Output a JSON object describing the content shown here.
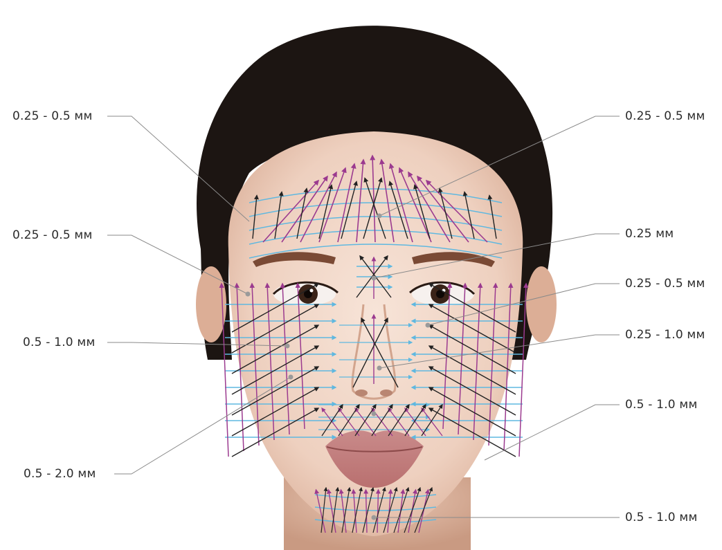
{
  "labels": {
    "left": [
      {
        "text": "0.25 - 0.5 мм"
      },
      {
        "text": "0.25 - 0.5 мм"
      },
      {
        "text": "0.5 - 1.0 мм"
      },
      {
        "text": "0.5 - 2.0 мм"
      }
    ],
    "right": [
      {
        "text": "0.25 - 0.5 мм"
      },
      {
        "text": "0.25 мм"
      },
      {
        "text": "0.25 - 0.5 мм"
      },
      {
        "text": "0.25 - 1.0 мм"
      },
      {
        "text": "0.5 - 1.0 мм"
      },
      {
        "text": "0.5 - 1.0 мм"
      }
    ]
  },
  "colors": {
    "purple_lines": "#9b3a8f",
    "black_lines": "#222222",
    "blue_lines": "#5fb8e0",
    "leader_lines": "#8a8a8a",
    "hair": "#1c1512",
    "skin": "#f2d9c9"
  }
}
